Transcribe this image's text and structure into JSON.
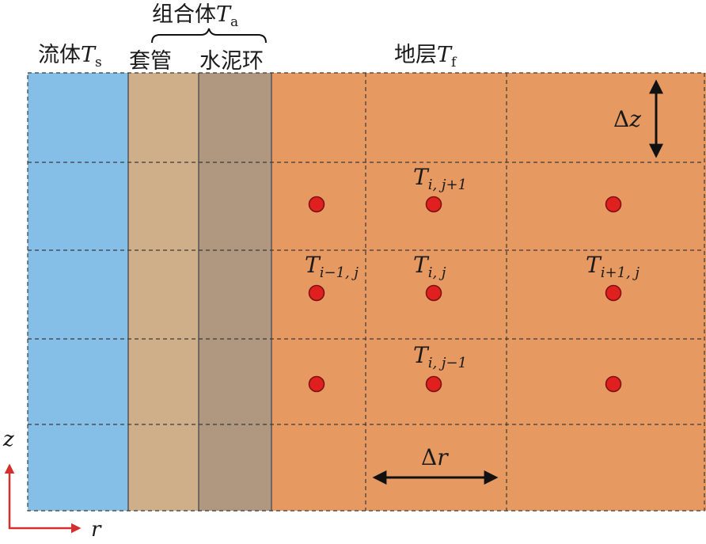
{
  "labels": {
    "fluid": "流体",
    "fluid_symbol": "T",
    "fluid_sub": "s",
    "assembly": "组合体",
    "assembly_symbol": "T",
    "assembly_sub": "a",
    "casing": "套管",
    "cement": "水泥环",
    "formation": "地层",
    "formation_symbol": "T",
    "formation_sub": "f"
  },
  "nodes": {
    "top": {
      "symbol": "T",
      "sub": "i, j+1"
    },
    "left": {
      "symbol": "T",
      "sub": "i−1, j"
    },
    "center": {
      "symbol": "T",
      "sub": "i, j"
    },
    "right": {
      "symbol": "T",
      "sub": "i+1, j"
    },
    "bottom": {
      "symbol": "T",
      "sub": "i, j−1"
    }
  },
  "dimensions": {
    "dz_delta": "Δ",
    "dz_var": "z",
    "dr_delta": "Δ",
    "dr_var": "r"
  },
  "axes": {
    "z": "z",
    "r": "r"
  },
  "colors": {
    "fluid": "#85BFE8",
    "casing": "#CFAE8A",
    "cement": "#B09780",
    "formation": "#E69A62",
    "node": "#E01F1F",
    "axis": "#D32F2F"
  }
}
